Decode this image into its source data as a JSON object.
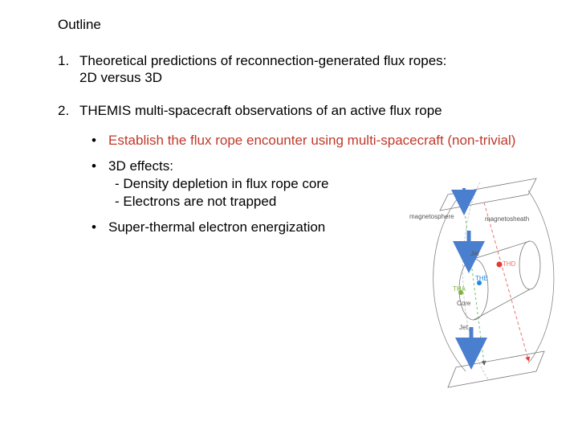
{
  "slide": {
    "title": "Outline",
    "item1_num": "1.",
    "item1_line1": "Theoretical predictions of reconnection-generated flux ropes:",
    "item1_line2": "2D versus 3D",
    "item2_num": "2.",
    "item2_text": "THEMIS multi-spacecraft observations of an active flux rope",
    "bullet_char": "•",
    "bullet1": "Establish the flux rope encounter using multi-spacecraft (non-trivial)",
    "bullet2_line1": "3D effects:",
    "bullet2_line2": "- Density depletion in flux rope core",
    "bullet2_line3": "- Electrons are not trapped",
    "bullet3": "Super-thermal electron energization",
    "accent_color": "#c0392b"
  },
  "figure": {
    "label_magnetosphere": "magnetosphere",
    "label_magnetosheath": "magnetosheath",
    "label_jet_top": "Jet",
    "label_jet_bottom": "Jet",
    "label_core": "Core",
    "label_thd": "THD",
    "label_the": "THE",
    "label_tha": "THA",
    "colors": {
      "thd": "#e53935",
      "the": "#1e88e5",
      "tha": "#7cb342",
      "arrow": "#4a7fd0"
    }
  }
}
